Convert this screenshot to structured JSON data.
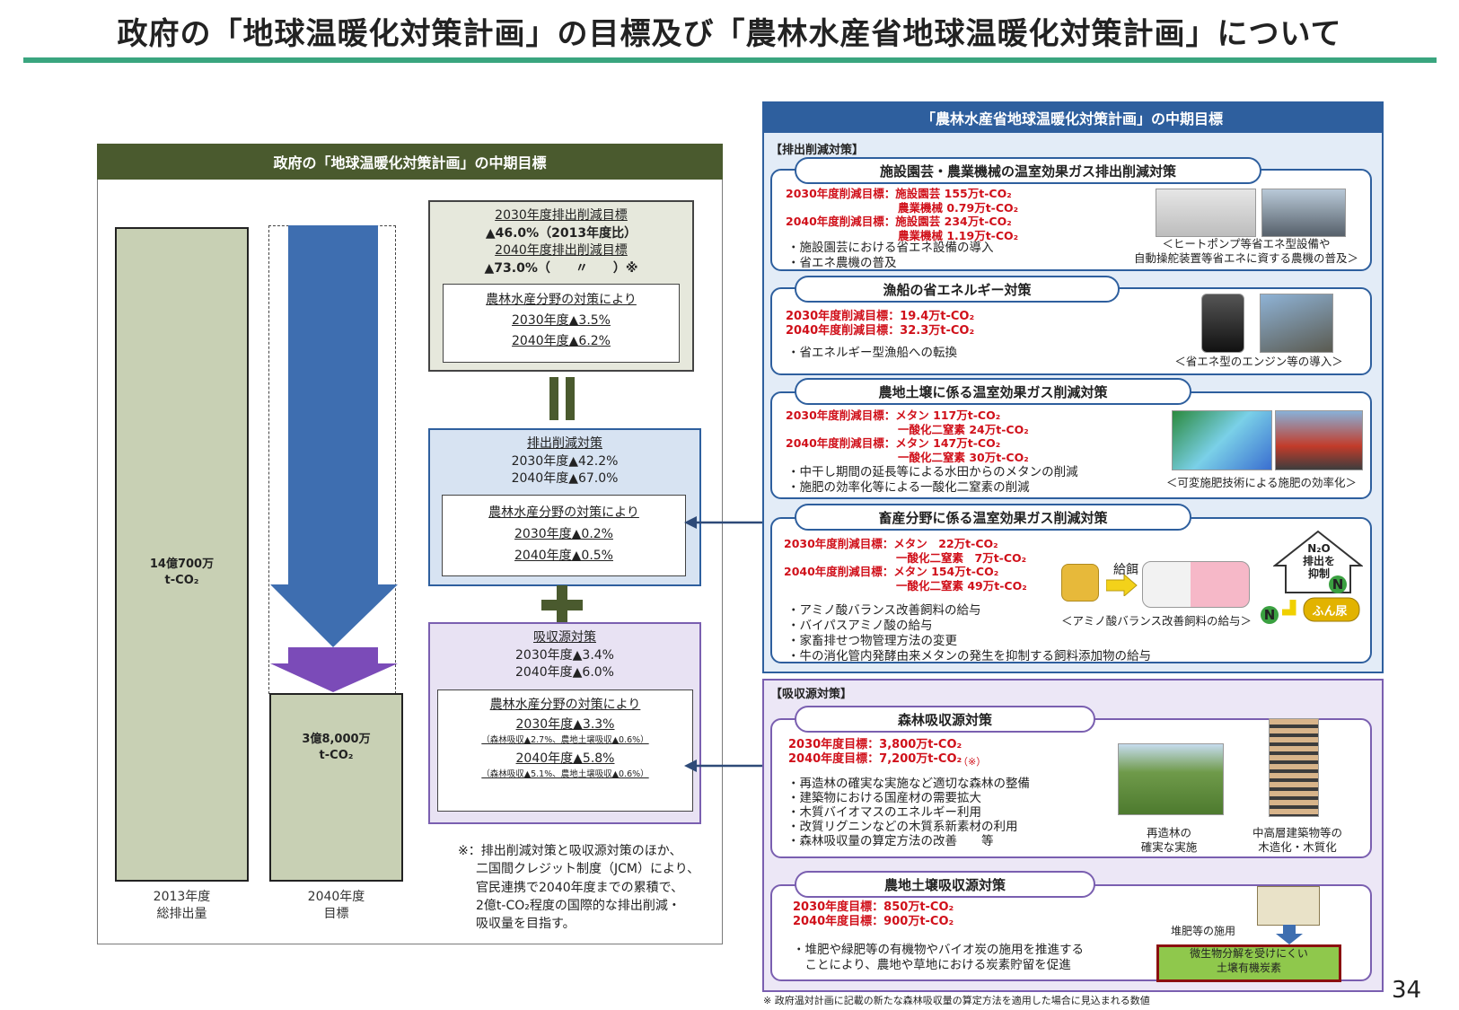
{
  "title": "政府の「地球温暖化対策計画」の目標及び「農林水産省地球温暖化対策計画」について",
  "left_panel": {
    "header": "政府の「地球温暖化対策計画」の中期目標",
    "bar2013_label_1": "14億700万",
    "bar2013_label_2": "t-CO₂",
    "bar2040_label_1": "3億8,000万",
    "bar2040_label_2": "t-CO₂",
    "x2013_1": "2013年度",
    "x2013_2": "総排出量",
    "x2040_1": "2040年度",
    "x2040_2": "目標",
    "target_box": {
      "l1": "2030年度排出削減目標",
      "l2": "▲46.0%（2013年度比）",
      "l3": "2040年度排出削減目標",
      "l4": "▲73.0%（　　〃　　）※",
      "inner_title": "農林水産分野の対策により",
      "inner_l1": "2030年度▲3.5%",
      "inner_l2": "2040年度▲6.2%"
    },
    "equals": "||",
    "plus": "+",
    "emission_box": {
      "l1": "排出削減対策",
      "l2": "2030年度▲42.2%",
      "l3": "2040年度▲67.0%",
      "inner_title": "農林水産分野の対策により",
      "inner_l1": "2030年度▲0.2%",
      "inner_l2": "2040年度▲0.5%"
    },
    "sink_box": {
      "l1": "吸収源対策",
      "l2": "2030年度▲3.4%",
      "l3": "2040年度▲6.0%",
      "inner_title": "農林水産分野の対策により",
      "inner_l1": "2030年度▲3.3%",
      "inner_s1": "（森林吸収▲2.7%、農地土壌吸収▲0.6%）",
      "inner_l2": "2040年度▲5.8%",
      "inner_s2": "（森林吸収▲5.1%、農地土壌吸収▲0.6%）"
    },
    "note_1": "※：排出削減対策と吸収源対策のほか、",
    "note_2": "二国間クレジット制度（JCM）により、",
    "note_3": "官民連携で2040年度までの累積で、",
    "note_4": "2億t-CO₂程度の国際的な排出削減・",
    "note_5": "吸収量を目指す。"
  },
  "right_panel": {
    "header": "「農林水産省地球温暖化対策計画」の中期目標",
    "emission_label": "【排出削減対策】",
    "cards": [
      {
        "title": "施設園芸・農業機械の温室効果ガス排出削減対策",
        "targets": "2030年度削減目標：施設園芸 155万t-CO₂\n　　　　　　　　　　農業機械 0.79万t-CO₂\n2040年度削減目標：施設園芸 234万t-CO₂\n　　　　　　　　　　農業機械 1.19万t-CO₂",
        "bullets": "・施設園芸における省エネ設備の導入\n・省エネ農機の普及",
        "caption": "＜ヒートポンプ等省エネ型設備や\n自動操舵装置等省エネに資する農機の普及＞"
      },
      {
        "title": "漁船の省エネルギー対策",
        "targets": "2030年度削減目標：19.4万t-CO₂\n2040年度削減目標：32.3万t-CO₂",
        "bullets": "・省エネルギー型漁船への転換",
        "caption": "＜省エネ型のエンジン等の導入＞"
      },
      {
        "title": "農地土壌に係る温室効果ガス削減対策",
        "targets": "2030年度削減目標：メタン 117万t-CO₂\n　　　　　　　　　　一酸化二窒素 24万t-CO₂\n2040年度削減目標：メタン 147万t-CO₂\n　　　　　　　　　　一酸化二窒素 30万t-CO₂",
        "bullets": "・中干し期間の延長等による水田からのメタンの削減\n・施肥の効率化等による一酸化二窒素の削減",
        "caption": "＜可変施肥技術による施肥の効率化＞"
      },
      {
        "title": "畜産分野に係る温室効果ガス削減対策",
        "targets": "2030年度削減目標：メタン　22万t-CO₂\n　　　　　　　　　　一酸化二窒素　7万t-CO₂\n2040年度削減目標：メタン 154万t-CO₂\n　　　　　　　　　　一酸化二窒素 49万t-CO₂",
        "bullets": "・アミノ酸バランス改善飼料の給与\n・バイパスアミノ酸の給与\n・家畜排せつ物管理方法の変更\n・牛の消化管内発酵由来メタンの発生を抑制する飼料添加物の給与",
        "caption": "＜アミノ酸バランス改善飼料の給与＞",
        "feed_label": "給餌",
        "n2o_label": "N₂O\n排出を\n抑制",
        "manure_label": "ふん尿",
        "n_letter": "N"
      }
    ],
    "sink_label": "【吸収源対策】",
    "sink_cards": [
      {
        "title": "森林吸収源対策",
        "targets": "2030年度目標：3,800万t-CO₂\n2040年度目標：7,200万t-CO₂",
        "targets_mark": "（※）",
        "bullets": "・再造林の確実な実施など適切な森林の整備\n・建築物における国産材の需要拡大\n・木質バイオマスのエネルギー利用\n・改質リグニンなどの木質系新素材の利用\n・森林吸収量の算定方法の改善　　等",
        "caption_1": "再造林の\n確実な実施",
        "caption_2": "中高層建築物等の\n木造化・木質化"
      },
      {
        "title": "農地土壌吸収源対策",
        "targets": "2030年度目標：850万t-CO₂\n2040年度目標：900万t-CO₂",
        "bullets": "・堆肥や緑肥等の有機物やバイオ炭の施用を推進する\n　ことにより、農地や草地における炭素貯留を促進",
        "compost_label": "堆肥等の施用",
        "soil_label_1": "微生物分解を受けにくい",
        "soil_label_2": "土壌有機炭素"
      }
    ]
  },
  "footnote": "※ 政府温対計画に記載の新たな森林吸収量の算定方法を適用した場合に見込まれる数値",
  "page_number": "34",
  "colors": {
    "accent_rule": "#3aa57f",
    "left_header": "#4a5a2e",
    "right_header": "#2e5f9e",
    "sink_frame": "#7a5fb0",
    "target_red": "#d0101a"
  }
}
